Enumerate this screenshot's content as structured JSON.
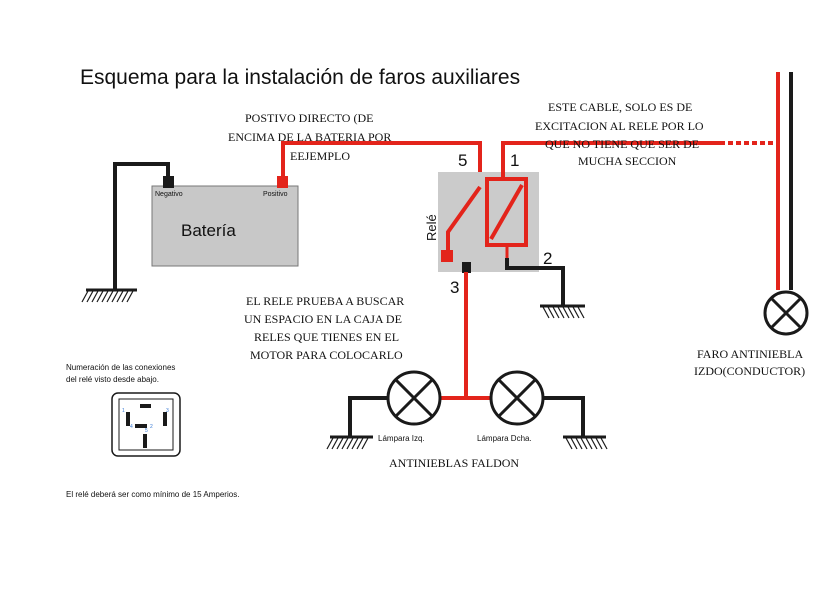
{
  "title": "Esquema para la instalación de faros auxiliares",
  "battery": {
    "label": "Batería",
    "neg_label": "Negativo",
    "pos_label": "Positivo"
  },
  "relay": {
    "label": "Relé",
    "pin1": "1",
    "pin2": "2",
    "pin3": "3",
    "pin5": "5"
  },
  "notes": {
    "direct_positive": [
      "POSTIVO DIRECTO (DE",
      "ENCIMA DE LA BATERIA POR",
      "EEJEMPLO"
    ],
    "excitation_cable": [
      "ESTE CABLE, SOLO ES DE",
      "EXCITACION AL RELE POR LO",
      "QUE NO TIENE QUE SER DE",
      "MUCHA SECCION"
    ],
    "relay_tip": [
      "EL RELE PRUEBA A BUSCAR",
      "UN ESPACIO EN LA CAJA DE",
      "RELES QUE TIENES EN EL",
      "MOTOR PARA COLOCARLO"
    ],
    "pin_numbering": [
      "Numeración de las conexiones",
      "del relé visto desde abajo."
    ],
    "rating": "El relé deberá ser como mínimo de 15 Amperios."
  },
  "lamps": {
    "left": "Lámpara Izq.",
    "right": "Lámpara Dcha.",
    "group": "ANTINIEBLAS FALDON",
    "fog_lamp": [
      "FARO ANTINIEBLA",
      "IZDO(CONDUCTOR)"
    ]
  },
  "colors": {
    "wire_red": "#e3241b",
    "wire_black": "#1a1a1a",
    "battery_fill": "#c8c8c8",
    "relay_fill": "#cbcbcb",
    "pin_blue": "#3a7bd5"
  }
}
